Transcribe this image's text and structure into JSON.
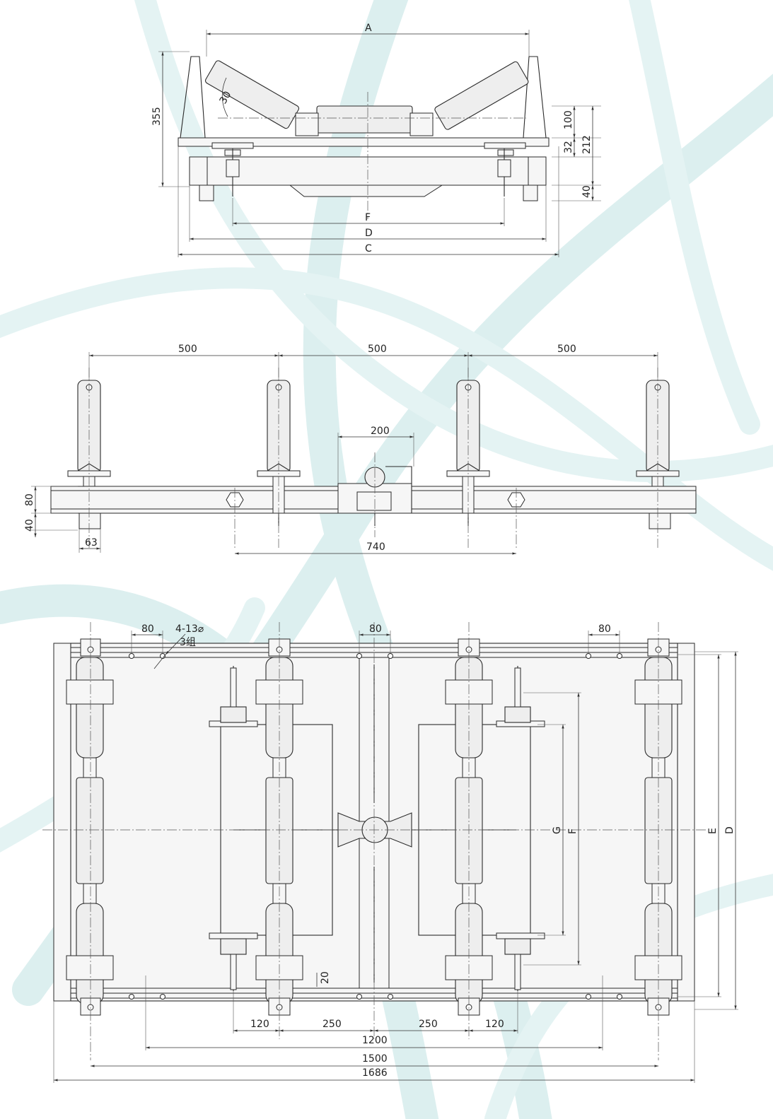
{
  "front_view": {
    "dim_A": "A",
    "dim_C": "C",
    "dim_D": "D",
    "dim_F": "F",
    "dim_height": "355",
    "dim_angle": "30",
    "dim_100": "100",
    "dim_32": "32",
    "dim_212": "212",
    "dim_40": "40"
  },
  "side_view": {
    "spacing_1": "500",
    "spacing_2": "500",
    "spacing_3": "500",
    "dim_200": "200",
    "dim_80": "80",
    "dim_40": "40",
    "dim_63": "63",
    "dim_740": "740"
  },
  "plan_view": {
    "dim_80_left": "80",
    "dim_80_mid": "80",
    "dim_80_right": "80",
    "hole_note_line1": "4-13⌀",
    "hole_note_line2": "3组",
    "dim_20": "20",
    "dim_120_left": "120",
    "dim_250_left": "250",
    "dim_250_right": "250",
    "dim_120_right": "120",
    "dim_1200": "1200",
    "dim_1500": "1500",
    "dim_1686": "1686",
    "dim_G": "G",
    "dim_F": "F",
    "dim_E": "E",
    "dim_D": "D"
  }
}
